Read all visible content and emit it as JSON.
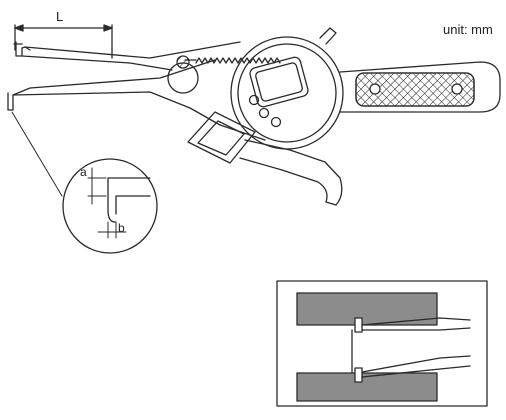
{
  "unit_label": "unit: mm",
  "dimension_labels": {
    "length": "L",
    "a": "a",
    "b": "b"
  },
  "colors": {
    "line": "#2a2a2a",
    "inset_fill": "#8c8c8c",
    "hatch": "#222222",
    "background": "#ffffff"
  }
}
